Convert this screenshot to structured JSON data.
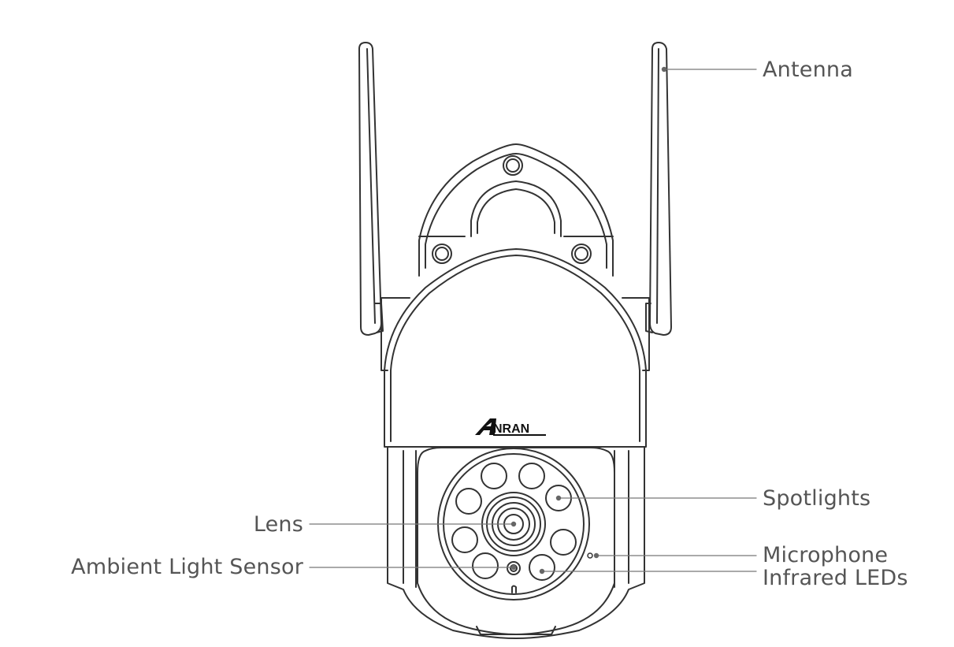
{
  "brand": {
    "logo_text": "ANRAN"
  },
  "callouts": {
    "antenna": "Antenna",
    "spotlights": "Spotlights",
    "lens": "Lens",
    "microphone": "Microphone",
    "ambient_light_sensor": "Ambient Light Sensor",
    "infrared_leds": "Infrared LEDs"
  },
  "colors": {
    "line": "#333333",
    "leader": "#777777",
    "text": "#555555",
    "background": "#ffffff"
  }
}
